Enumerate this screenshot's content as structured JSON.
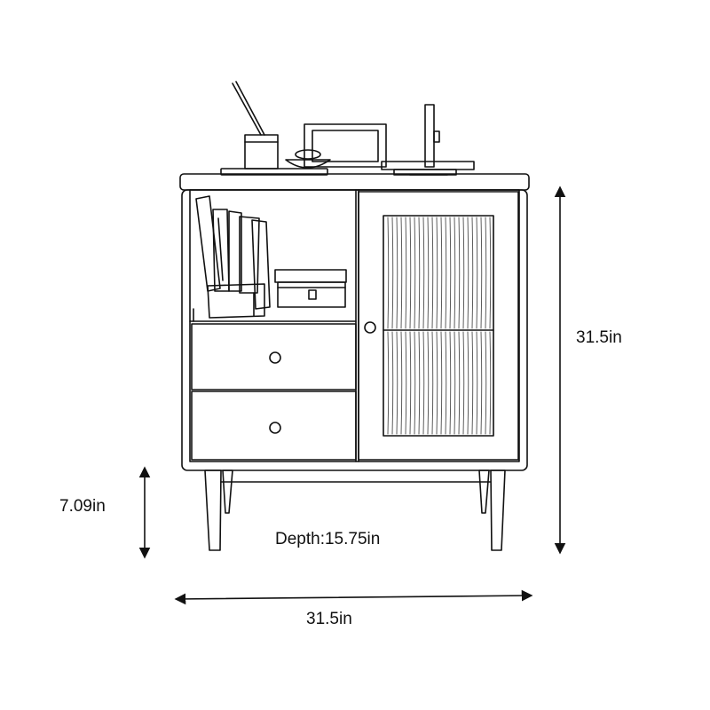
{
  "dimensions": {
    "height_label": "31.5in",
    "leg_height_label": "7.09in",
    "depth_label": "Depth:15.75in",
    "width_label": "31.5in"
  },
  "colors": {
    "line": "#111111",
    "background": "#ffffff"
  }
}
